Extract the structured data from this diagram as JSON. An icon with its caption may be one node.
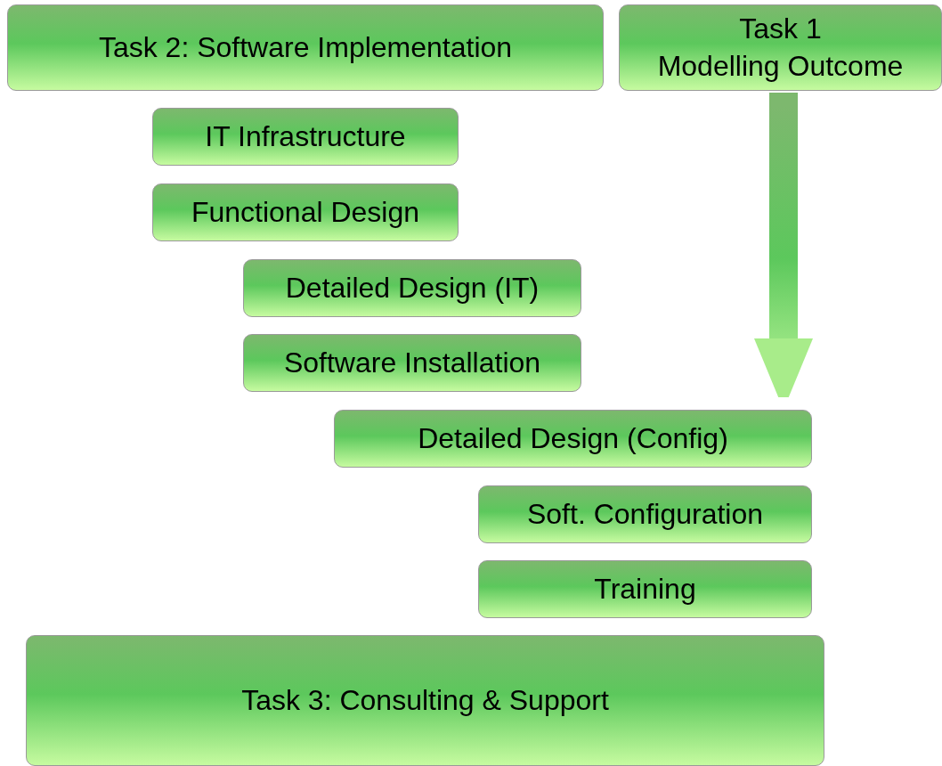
{
  "diagram": {
    "nodes": [
      {
        "text": [
          "Task 2: Software Implementation"
        ]
      },
      {
        "text": [
          "Task 1",
          "Modelling Outcome"
        ]
      },
      {
        "text": [
          "IT Infrastructure"
        ]
      },
      {
        "text": [
          "Functional Design"
        ]
      },
      {
        "text": [
          "Detailed Design (IT)"
        ]
      },
      {
        "text": [
          "Software Installation"
        ]
      },
      {
        "text": [
          "Detailed Design (Config)"
        ]
      },
      {
        "text": [
          "Soft. Configuration"
        ]
      },
      {
        "text": [
          "Training"
        ]
      },
      {
        "text": [
          "Task 3: Consulting & Support"
        ]
      }
    ],
    "edges": [
      {
        "from": 1,
        "to": 6,
        "arrow": "to",
        "style": "thick"
      }
    ]
  }
}
